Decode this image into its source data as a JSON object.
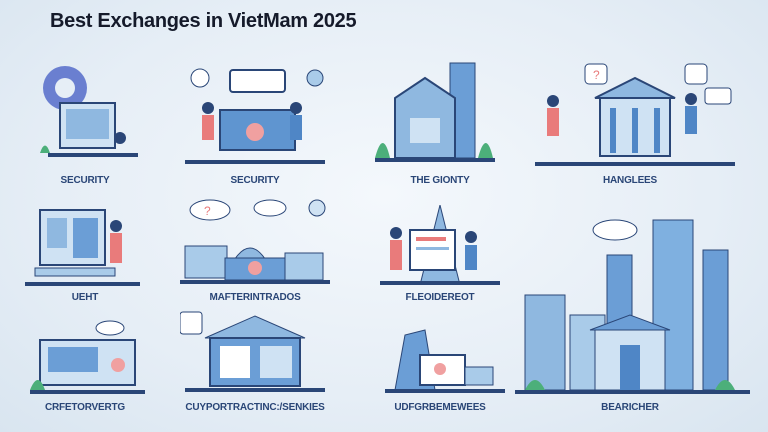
{
  "title": "Best Exchanges in VietMam 2025",
  "colors": {
    "primary": "#4f86c6",
    "light": "#a9cbe9",
    "dark": "#2a4677",
    "accent": "#e97b7b",
    "plant": "#4caf7a"
  },
  "tiles": [
    {
      "label": "SECURITY",
      "icon": "gear-laptop-illustration"
    },
    {
      "label": "SECURITY",
      "icon": "people-desk-illustration"
    },
    {
      "label": "THE GIONTY",
      "icon": "building-dome-illustration"
    },
    {
      "label": "HANGLEES",
      "icon": "bank-building-illustration"
    },
    {
      "label": "UEHT",
      "icon": "whiteboard-illustration"
    },
    {
      "label": "MAFTERINTRADOS",
      "icon": "market-dome-illustration"
    },
    {
      "label": "FLEOIDEREOT",
      "icon": "monitor-tower-illustration"
    },
    {
      "label": "CRFETORVERTG",
      "icon": "laptop-illustration"
    },
    {
      "label": "CUYPORTRACTINC:/SENKIES",
      "icon": "house-screen-illustration"
    },
    {
      "label": "UDFGRBEMEWEES",
      "icon": "tower-laptop-illustration"
    },
    {
      "label": "BEARICHER",
      "icon": "city-skyline-illustration"
    }
  ]
}
